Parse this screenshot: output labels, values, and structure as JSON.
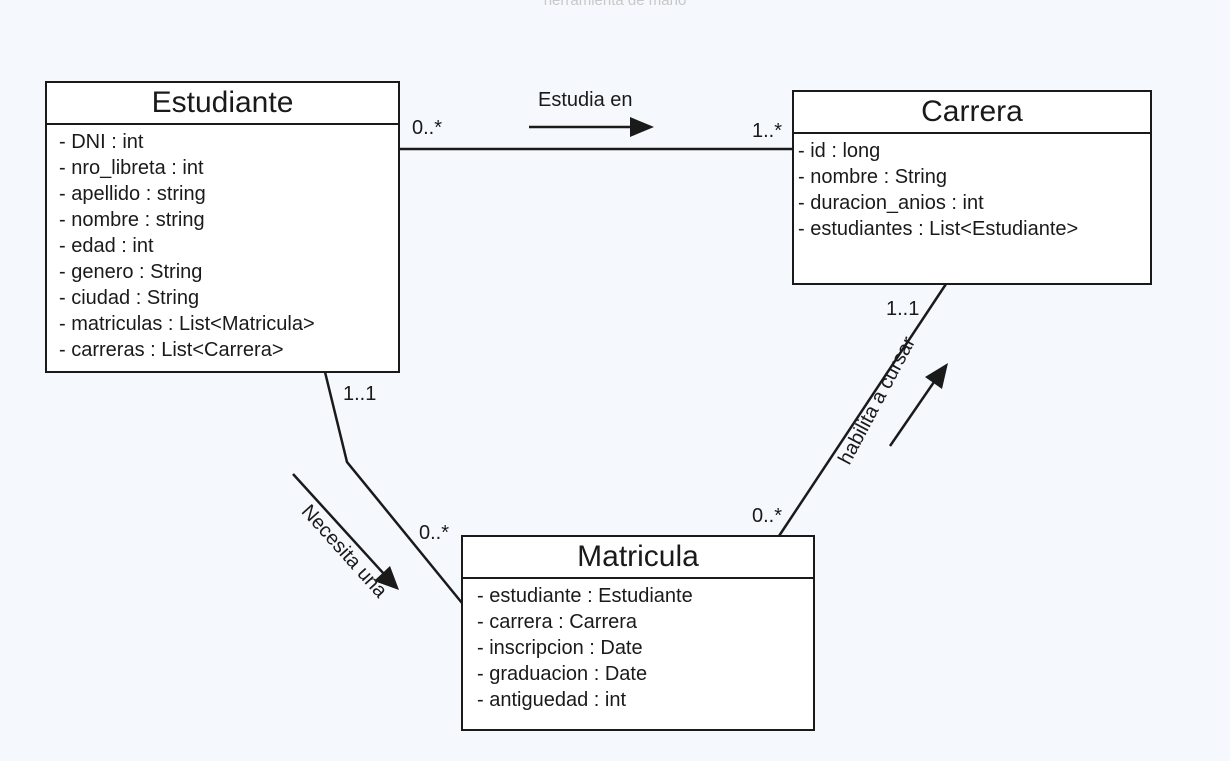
{
  "top_caption": "herramienta de mano",
  "classes": {
    "estudiante": {
      "name": "Estudiante",
      "attributes": [
        "- DNI : int",
        "- nro_libreta : int",
        "- apellido : string",
        "- nombre : string",
        "- edad : int",
        "- genero : String",
        "- ciudad : String",
        "- matriculas : List<Matricula>",
        "- carreras : List<Carrera>"
      ]
    },
    "carrera": {
      "name": "Carrera",
      "attributes": [
        "- id : long",
        "- nombre : String",
        "- duracion_anios : int",
        "- estudiantes : List<Estudiante>"
      ]
    },
    "matricula": {
      "name": "Matricula",
      "attributes": [
        "- estudiante : Estudiante",
        "- carrera : Carrera",
        "- inscripcion : Date",
        "- graduacion : Date",
        "- antiguedad : int"
      ]
    }
  },
  "associations": {
    "estudia": {
      "label": "Estudia en",
      "mult_source": "0..*",
      "mult_target": "1..*"
    },
    "necesita": {
      "label": "Necesita una",
      "mult_source": "1..1",
      "mult_target": "0..*"
    },
    "habilita": {
      "label": "habilita a cursar",
      "mult_source": "0..*",
      "mult_target": "1..1"
    }
  },
  "colors": {
    "background": "#f5f9fd",
    "line": "#1a1a1a",
    "box": "#ffffff",
    "caption": "#c8c8c8"
  }
}
